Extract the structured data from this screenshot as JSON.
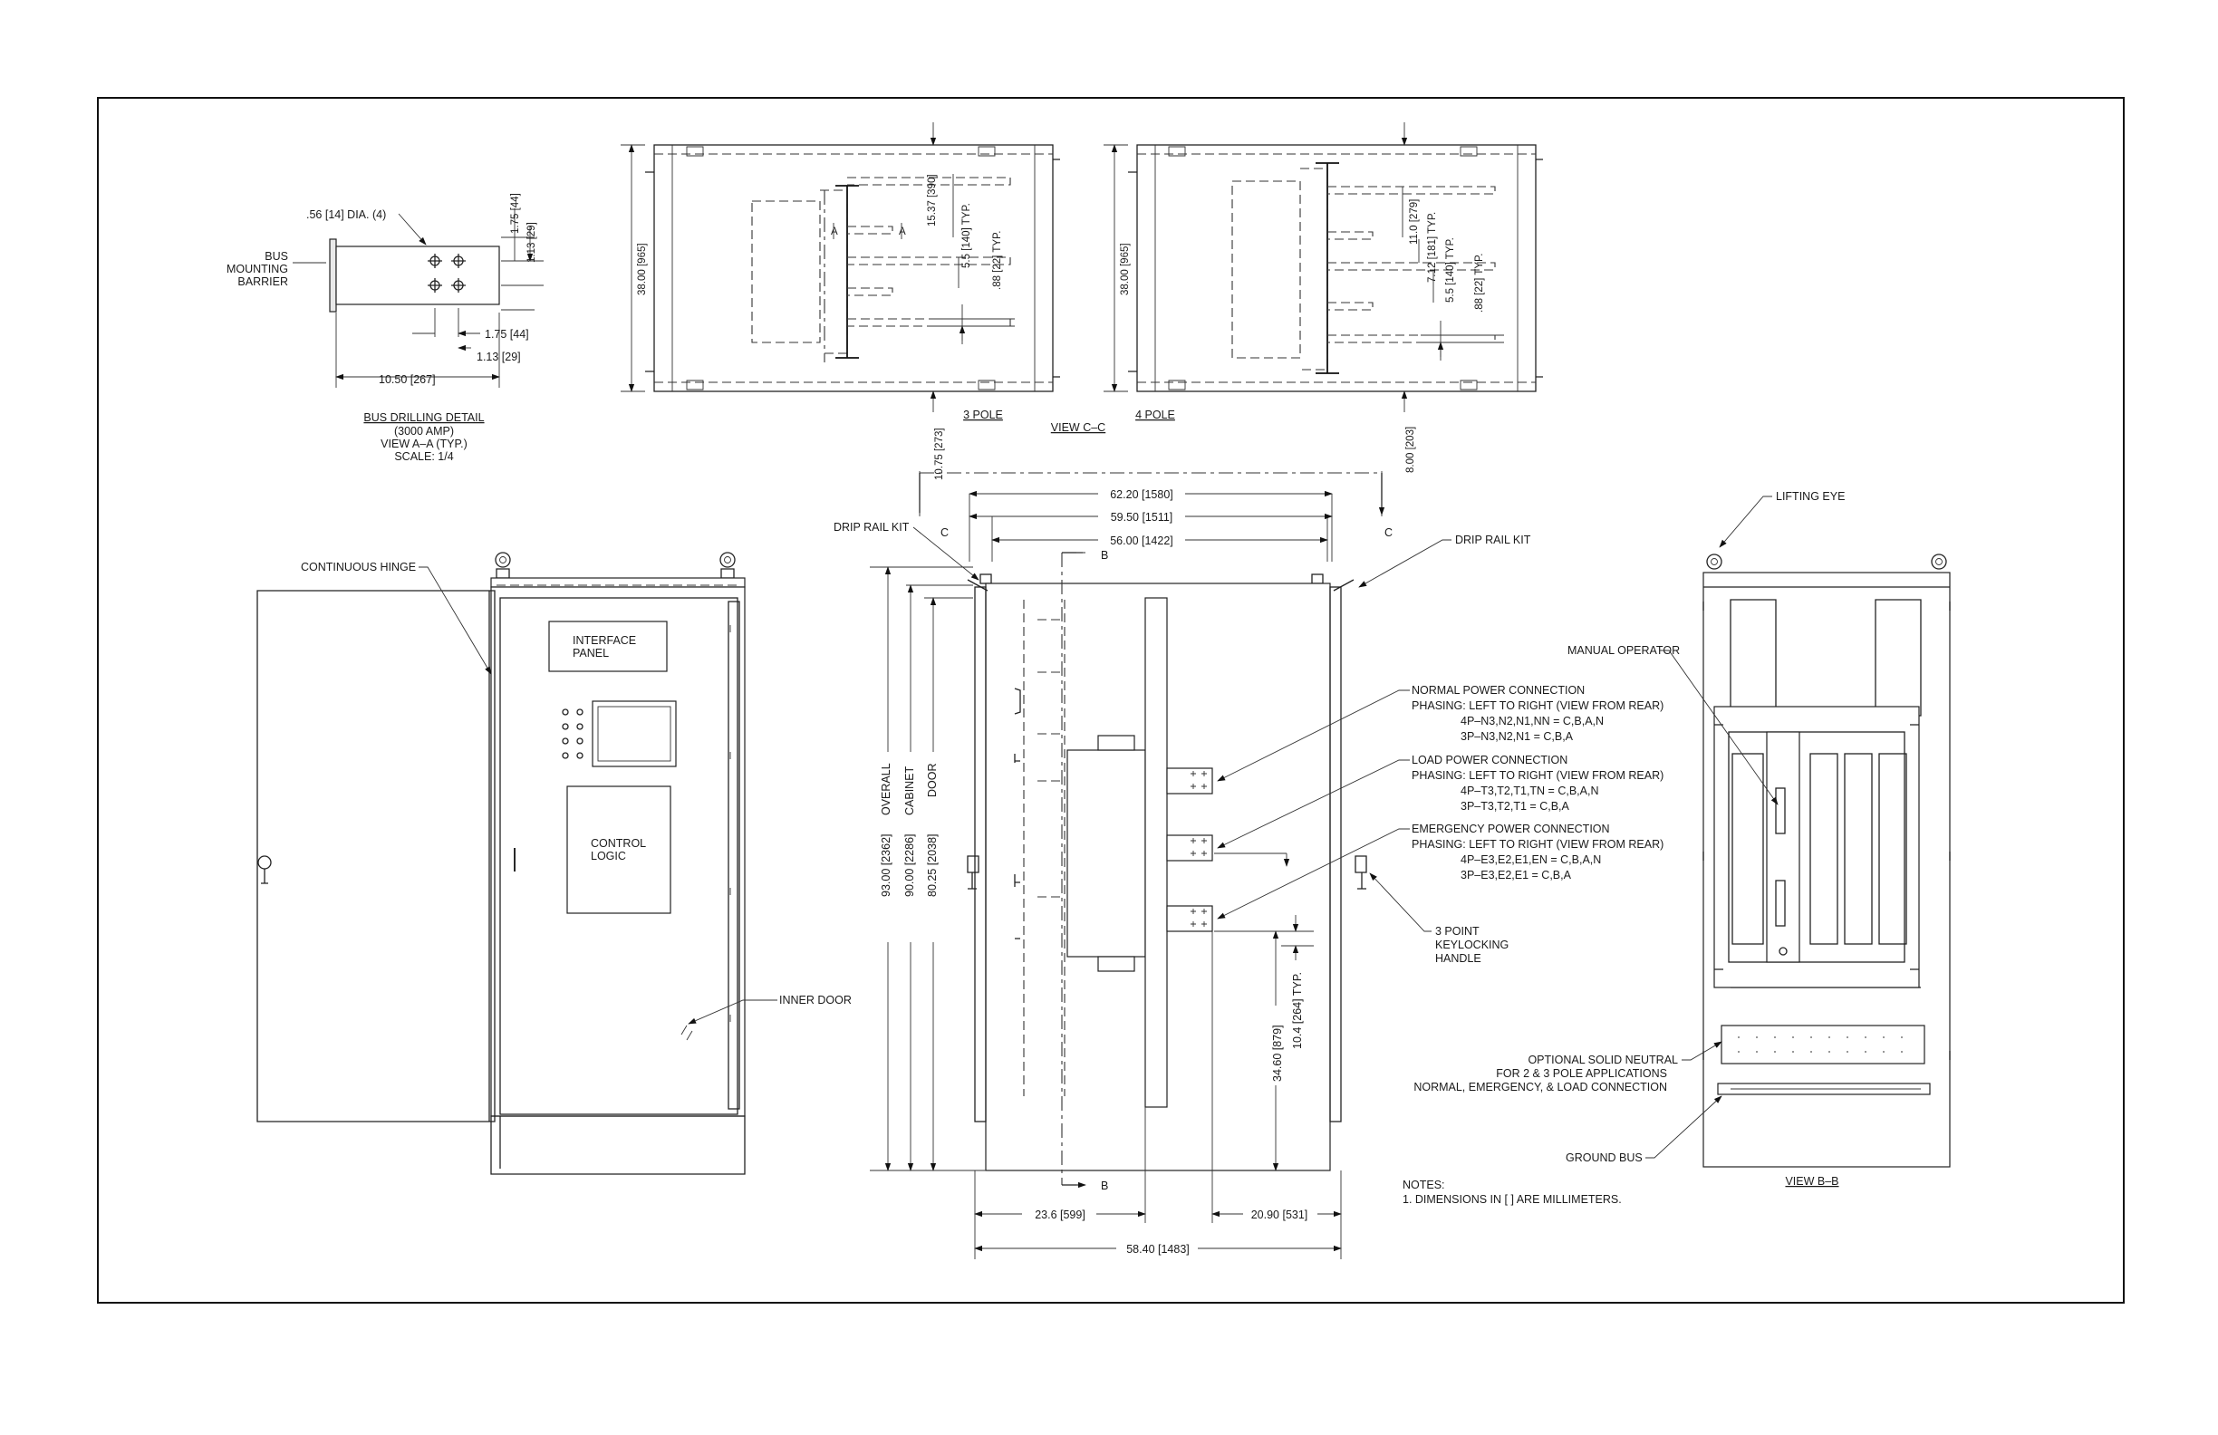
{
  "bus_detail": {
    "hole_label": ".56 [14] DIA. (4)",
    "barrier_label": [
      "BUS",
      "MOUNTING",
      "BARRIER"
    ],
    "dim_top": "1.75 [44]",
    "dim_top2": "1.13 [29]",
    "dim_bottom": "1.75 [44]",
    "dim_bottom2": "1.13 [29]",
    "dim_width": "10.50 [267]",
    "title": "BUS DRILLING DETAIL",
    "caption": [
      "(3000 AMP)",
      "VIEW A–A (TYP.)",
      "SCALE: 1/4"
    ]
  },
  "view_cc": {
    "height_left": "38.00 [965]",
    "height_right": "38.00 [965]",
    "pole3_dims": [
      "15.37 [390]",
      "5.5 [140]  TYP.",
      ".88 [22]  TYP."
    ],
    "pole4_dims": [
      "11.0 [279]",
      "7.12 [181]  TYP.",
      "5.5 [140]  TYP.",
      ".88 [22]  TYP."
    ],
    "section_a": "A",
    "depth_3pole": "10.75 [273]",
    "depth_4pole": "8.00 [203]",
    "label_3pole": "3 POLE",
    "label_4pole": "4 POLE",
    "title": "VIEW C–C"
  },
  "front_view": {
    "continuous_hinge": "CONTINUOUS HINGE",
    "interface_panel": [
      "INTERFACE",
      "PANEL"
    ],
    "control_logic": [
      "CONTROL",
      "LOGIC"
    ],
    "inner_door": "INNER DOOR"
  },
  "side_view": {
    "dim_overall_width": "62.20 [1580]",
    "dim_width_2": "59.50 [1511]",
    "dim_cabinet_width": "56.00 [1422]",
    "section_c": "C",
    "section_b": "B",
    "drip_rail_left": "DRIP RAIL KIT",
    "drip_rail_right": "DRIP RAIL KIT",
    "overall_label": "OVERALL",
    "cabinet_label": "CABINET",
    "door_label": "DOOR",
    "dim_overall": "93.00 [2362]",
    "dim_cabinet": "90.00 [2286]",
    "dim_door": "80.25 [2038]",
    "dim_34_60": "34.60 [879]",
    "dim_10_4": "10.4 [264]  TYP.",
    "dim_23_6": "23.6 [599]",
    "dim_20_90": "20.90 [531]",
    "dim_58_40": "58.40 [1483]",
    "normal_conn": [
      "NORMAL POWER CONNECTION",
      "PHASING: LEFT TO RIGHT (VIEW FROM REAR)",
      "4P–N3,N2,N1,NN = C,B,A,N",
      "3P–N3,N2,N1 = C,B,A"
    ],
    "load_conn": [
      "LOAD POWER CONNECTION",
      "PHASING: LEFT TO RIGHT (VIEW FROM REAR)",
      "4P–T3,T2,T1,TN = C,B,A,N",
      "3P–T3,T2,T1 = C,B,A"
    ],
    "emergency_conn": [
      "EMERGENCY POWER CONNECTION",
      "PHASING: LEFT TO RIGHT (VIEW FROM REAR)",
      "4P–E3,E2,E1,EN = C,B,A,N",
      "3P–E3,E2,E1 = C,B,A"
    ],
    "keylock": [
      "3 POINT",
      "KEYLOCKING",
      "HANDLE"
    ],
    "notes_title": "NOTES:",
    "notes": [
      "1. DIMENSIONS IN [ ] ARE MILLIMETERS."
    ]
  },
  "view_bb": {
    "lifting_eye": "LIFTING EYE",
    "manual_operator": "MANUAL OPERATOR",
    "neutral": [
      "OPTIONAL SOLID NEUTRAL",
      "FOR 2 & 3 POLE APPLICATIONS",
      "NORMAL, EMERGENCY, & LOAD CONNECTION"
    ],
    "ground_bus": "GROUND BUS",
    "title": "VIEW B–B"
  }
}
